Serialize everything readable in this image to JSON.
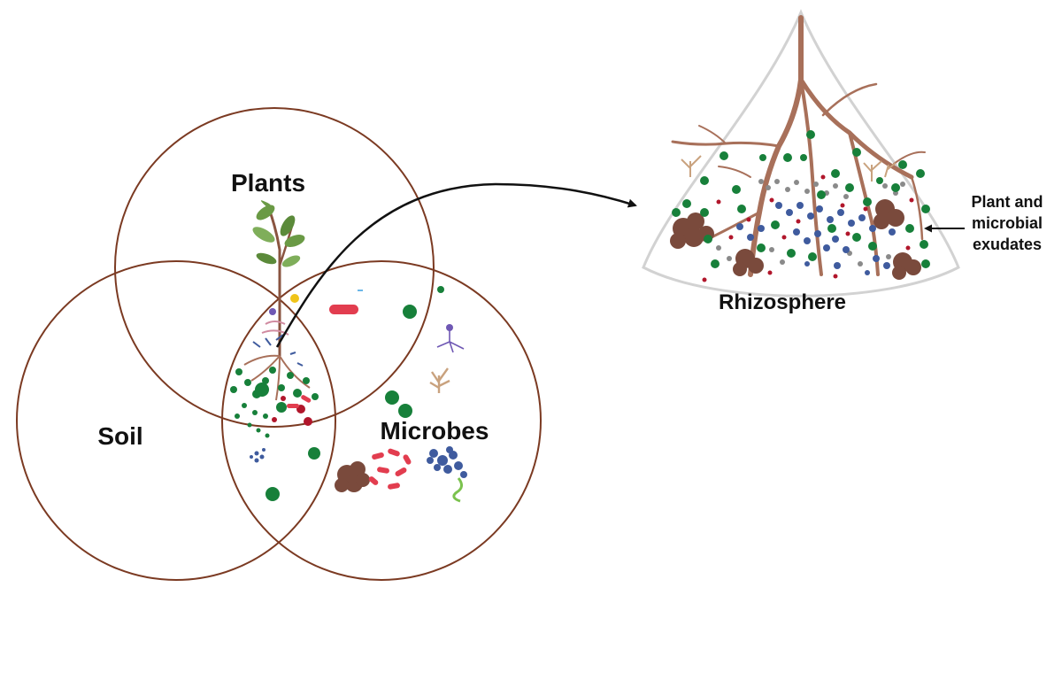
{
  "venn": {
    "sets": [
      {
        "id": "plants",
        "label": "Plants"
      },
      {
        "id": "soil",
        "label": "Soil"
      },
      {
        "id": "microbes",
        "label": "Microbes"
      }
    ]
  },
  "zoom": {
    "title": "Rhizosphere",
    "callout": [
      "Plant and",
      "microbial",
      "exudates"
    ]
  },
  "colors": {
    "circle_stroke": "#7b3a22",
    "root": "#a8705a",
    "root_dark": "#8a5440",
    "green_particle": "#17803a",
    "red_particle": "#b1162b",
    "blue_structure": "#3f5b9e",
    "gray_structure": "#8a8a8a",
    "soil_clump": "#7a4a3c",
    "bacteria": "#e23d4f",
    "fungal_hypha": "#c9a27e",
    "leaf": "#5b8a3a",
    "arrow": "#111111",
    "frame": "#cfcfcf"
  },
  "icons": [
    "plant-icon",
    "bacterium-icon",
    "fungus-icon",
    "soil-clump-icon",
    "mycorrhiza-icon",
    "curved-arrow-icon"
  ]
}
